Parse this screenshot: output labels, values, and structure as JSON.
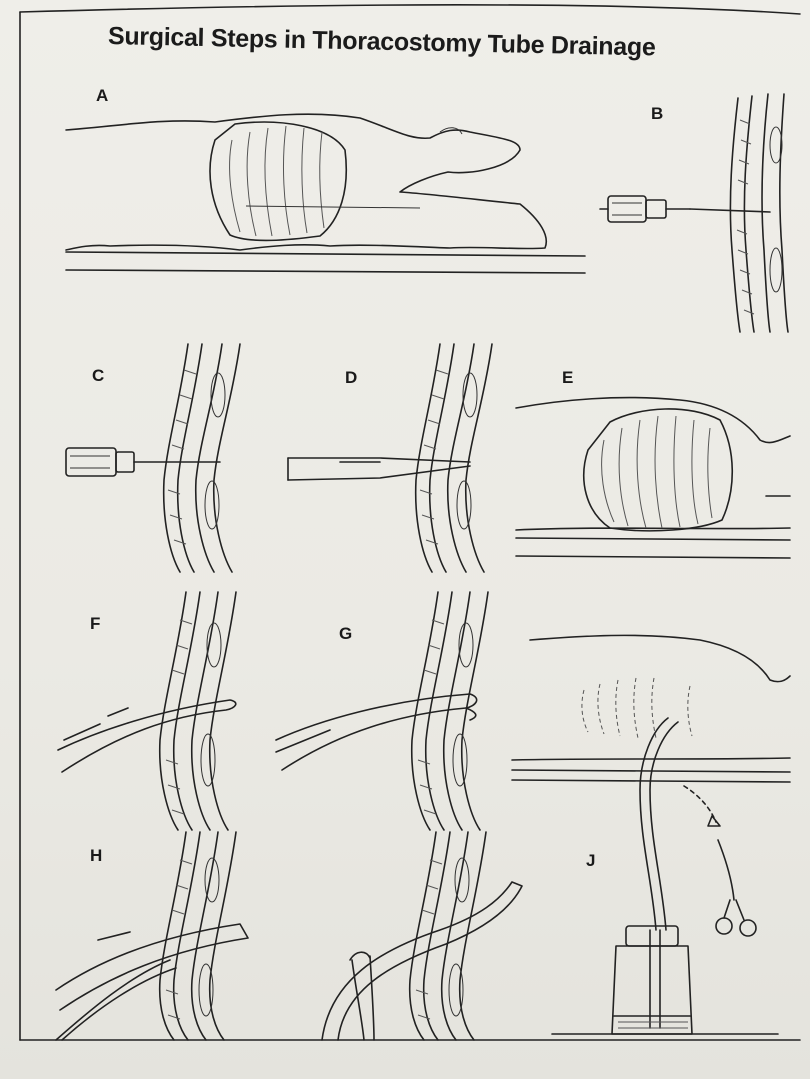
{
  "title": "Surgical Steps in Thoracostomy Tube Drainage",
  "panels": {
    "a": "A",
    "b": "B",
    "c": "C",
    "d": "D",
    "e": "E",
    "f": "F",
    "g": "G",
    "h": "H",
    "j": "J"
  },
  "colors": {
    "ink": "#222222",
    "paper": "#ebeae4"
  }
}
